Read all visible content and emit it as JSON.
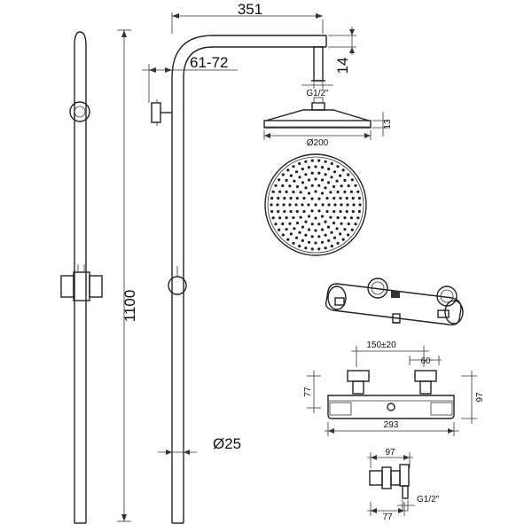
{
  "labels": {
    "arm_length": "351",
    "arm_offset": "61-72",
    "arm_drop": "14",
    "head_connection": "G1/2\"",
    "head_thickness": "13",
    "head_diameter": "Ø200",
    "column_height": "1100",
    "pipe_diameter": "Ø25",
    "inlet_spacing": "150±20",
    "inlet_width": "60",
    "valve_left_height": "77",
    "valve_right_height": "97",
    "valve_width": "293",
    "elbow_top": "97",
    "elbow_bottom": "77",
    "elbow_connection": "G1/2\""
  },
  "colors": {
    "line": "#222222",
    "background": "#ffffff"
  }
}
